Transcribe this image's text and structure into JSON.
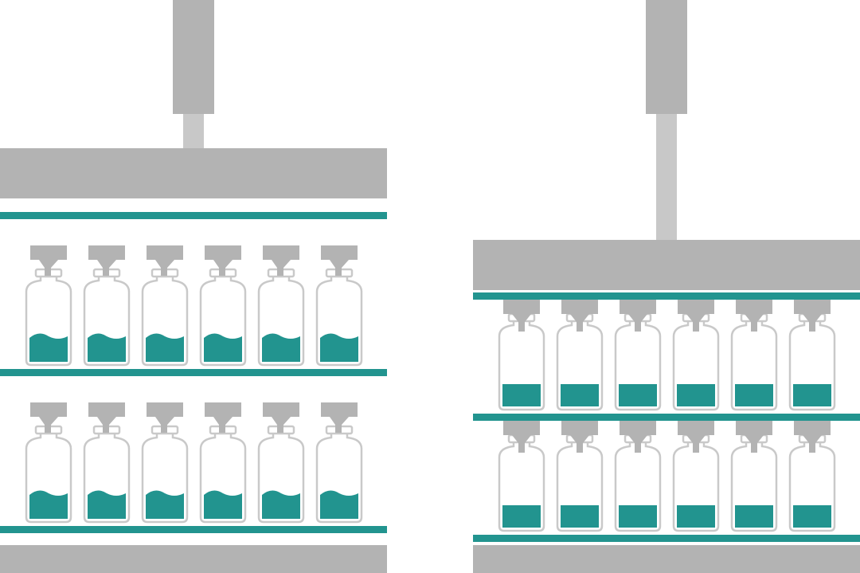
{
  "colors": {
    "press": "#b3b3b3",
    "rod": "#c8c8c8",
    "shelf": "#22948f",
    "liquid": "#22948f",
    "vial_outline": "#c9c9c9",
    "vial_body": "#ffffff",
    "stopper": "#b3b3b3",
    "background": "#ffffff"
  },
  "panels": [
    {
      "id": "before",
      "stoppers_inserted": false,
      "liquid_surface": "wavy",
      "rows": [
        {
          "vial_count": 6
        },
        {
          "vial_count": 6
        }
      ]
    },
    {
      "id": "after",
      "stoppers_inserted": true,
      "liquid_surface": "flat",
      "rows": [
        {
          "vial_count": 6
        },
        {
          "vial_count": 6
        }
      ]
    }
  ]
}
